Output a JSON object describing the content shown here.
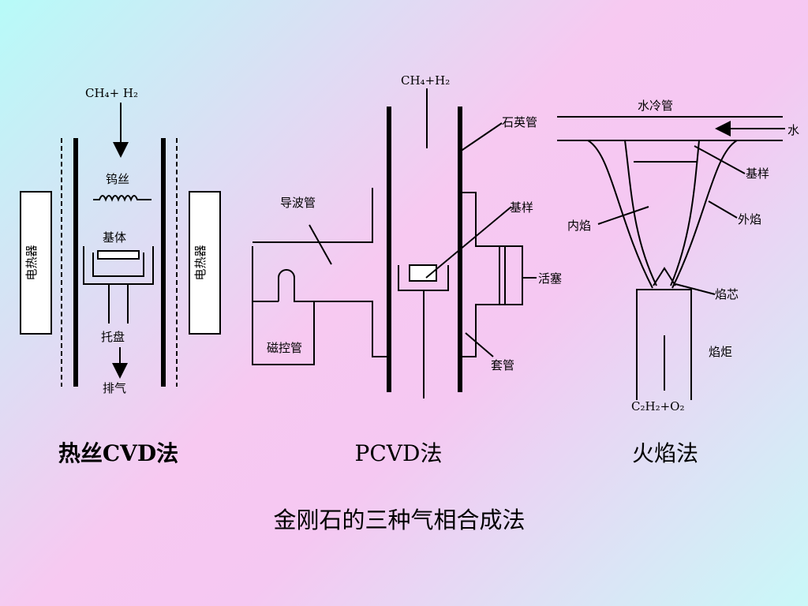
{
  "hfcvd": {
    "gas_in": "CH₄+ H₂",
    "filament": "钨丝",
    "substrate": "基体",
    "tray": "托盘",
    "exhaust": "排气",
    "heater_left": "电热器",
    "heater_right": "电热器",
    "caption": "热丝CVD法"
  },
  "pcvd": {
    "gas_in": "CH₄+H₂",
    "quartz_tube": "石英管",
    "waveguide": "导波管",
    "substrate": "基样",
    "piston": "活塞",
    "magnetron": "磁控管",
    "sleeve": "套管",
    "caption": "PCVD法"
  },
  "flame": {
    "cooling_tube": "水冷管",
    "water": "水",
    "substrate": "基样",
    "inner_flame": "内焰",
    "outer_flame": "外焰",
    "flame_core": "焰芯",
    "torch": "焰炬",
    "gas_in": "C₂H₂+O₂",
    "caption": "火焰法"
  },
  "title": "金刚石的三种气相合成法"
}
